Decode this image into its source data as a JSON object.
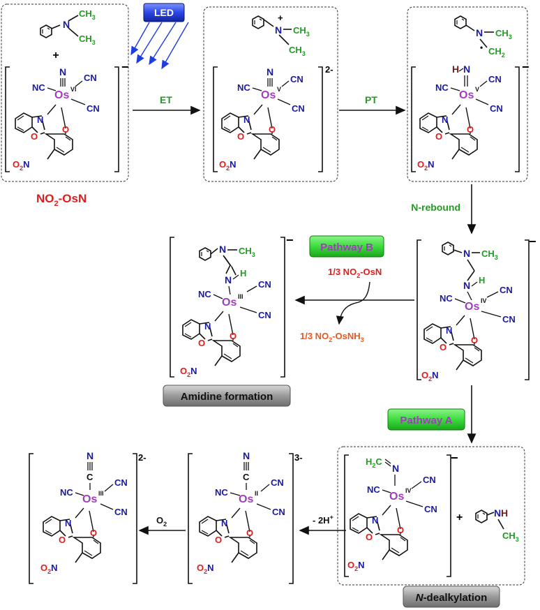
{
  "labels": {
    "led": "LED",
    "et": "ET",
    "pt": "PT",
    "n_rebound": "N-rebound",
    "pathway_b": "Pathway B",
    "pathway_a": "Pathway A",
    "amidine_formation": "Amidine formation",
    "n_dealkylation_italic": "N",
    "n_dealkylation_rest": "-dealkylation",
    "reagent_1": "1/3 NO",
    "reagent_1_sub": "2",
    "reagent_1_tail": "-OsN",
    "reagent_2": "1/3 NO",
    "reagent_2_sub": "2",
    "reagent_2_tail": "-OsNH",
    "reagent_2_sub2": "3",
    "minus_2h": "- 2H",
    "minus_2h_sup": "+",
    "o2": "O",
    "o2_sub": "2",
    "compound_name": "NO",
    "compound_name_sub": "2",
    "compound_name_tail": "-OsN"
  },
  "atoms": {
    "cn": "CN",
    "nc": "NC",
    "os": "Os",
    "n": "N",
    "o": "O",
    "o2n": "O",
    "o2n_sub": "2",
    "o2n_n": "N",
    "ch3": "CH",
    "ch3_sub": "3",
    "ch2": "CH",
    "ch2_sub": "2",
    "h": "H",
    "h2c": "H",
    "h2c_sub": "2",
    "h2c_c": "C",
    "plus": "+",
    "dot": "•"
  },
  "oxidation_states": {
    "vi": "VI",
    "v": "V",
    "iv": "IV",
    "iii": "III",
    "ii": "II"
  },
  "charges": {
    "minus": "−",
    "two_minus": "2-",
    "three_minus": "3-"
  },
  "colors": {
    "atom_blue": "#1a1aa6",
    "methyl_green": "#1f9e1f",
    "nitro_red": "#e01c1c",
    "osmium_purple": "#a23bbf",
    "reagent_orange": "#e8581c",
    "pathway_green": "#3ddc3d",
    "gray_box": "#8c8c8c",
    "led_blue": "#1f3ce0"
  }
}
